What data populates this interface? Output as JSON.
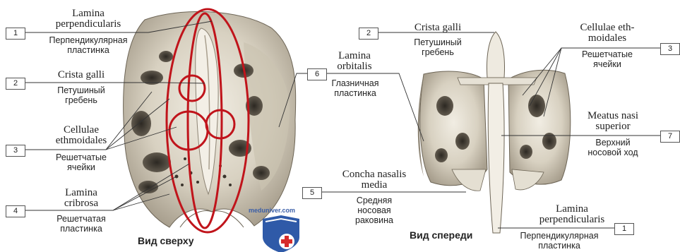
{
  "left_view": {
    "title": "Вид сверху",
    "labels": [
      {
        "num": "1",
        "latin": "Lamina perpendicularis",
        "latin_lines": [
          "Lamina",
          "perpendicularis"
        ],
        "russian_lines": [
          "Перпендикулярная",
          "пластинка"
        ]
      },
      {
        "num": "2",
        "latin_lines": [
          "Crista galli"
        ],
        "russian_lines": [
          "Петушиный",
          "гребень"
        ]
      },
      {
        "num": "3",
        "latin_lines": [
          "Cellulae",
          "ethmoidales"
        ],
        "russian_lines": [
          "Решетчатые",
          "ячейки"
        ]
      },
      {
        "num": "4",
        "latin_lines": [
          "Lamina",
          "cribrosa"
        ],
        "russian_lines": [
          "Решетчатая",
          "пластинка"
        ]
      },
      {
        "num": "6",
        "latin_lines": [
          "Lamina",
          "orbitalis"
        ],
        "russian_lines": [
          "Глазничная",
          "пластинка"
        ]
      }
    ]
  },
  "right_view": {
    "title": "Вид спереди",
    "labels": [
      {
        "num": "2",
        "latin_lines": [
          "Crista galli"
        ],
        "russian_lines": [
          "Петушиный",
          "гребень"
        ]
      },
      {
        "num": "3",
        "latin_lines": [
          "Cellulae eth-",
          "moidales"
        ],
        "russian_lines": [
          "Решетчатые",
          "ячейки"
        ]
      },
      {
        "num": "7",
        "latin_lines": [
          "Meatus nasi",
          "superior"
        ],
        "russian_lines": [
          "Верхний",
          "носовой ход"
        ]
      },
      {
        "num": "5",
        "latin_lines": [
          "Concha nasalis",
          "media"
        ],
        "russian_lines": [
          "Средняя",
          "носовая",
          "раковина"
        ]
      },
      {
        "num": "1",
        "latin_lines": [
          "Lamina",
          "perpendicularis"
        ],
        "russian_lines": [
          "Перпендикулярная",
          "пластинка"
        ]
      }
    ]
  },
  "watermark": "meduniver.com",
  "colors": {
    "annotation_red": "#c0141b",
    "bone": "#d9d3c4",
    "bone_dark": "#5a5247",
    "logo_blue": "#2f5aa8",
    "logo_red": "#d62b2b"
  }
}
